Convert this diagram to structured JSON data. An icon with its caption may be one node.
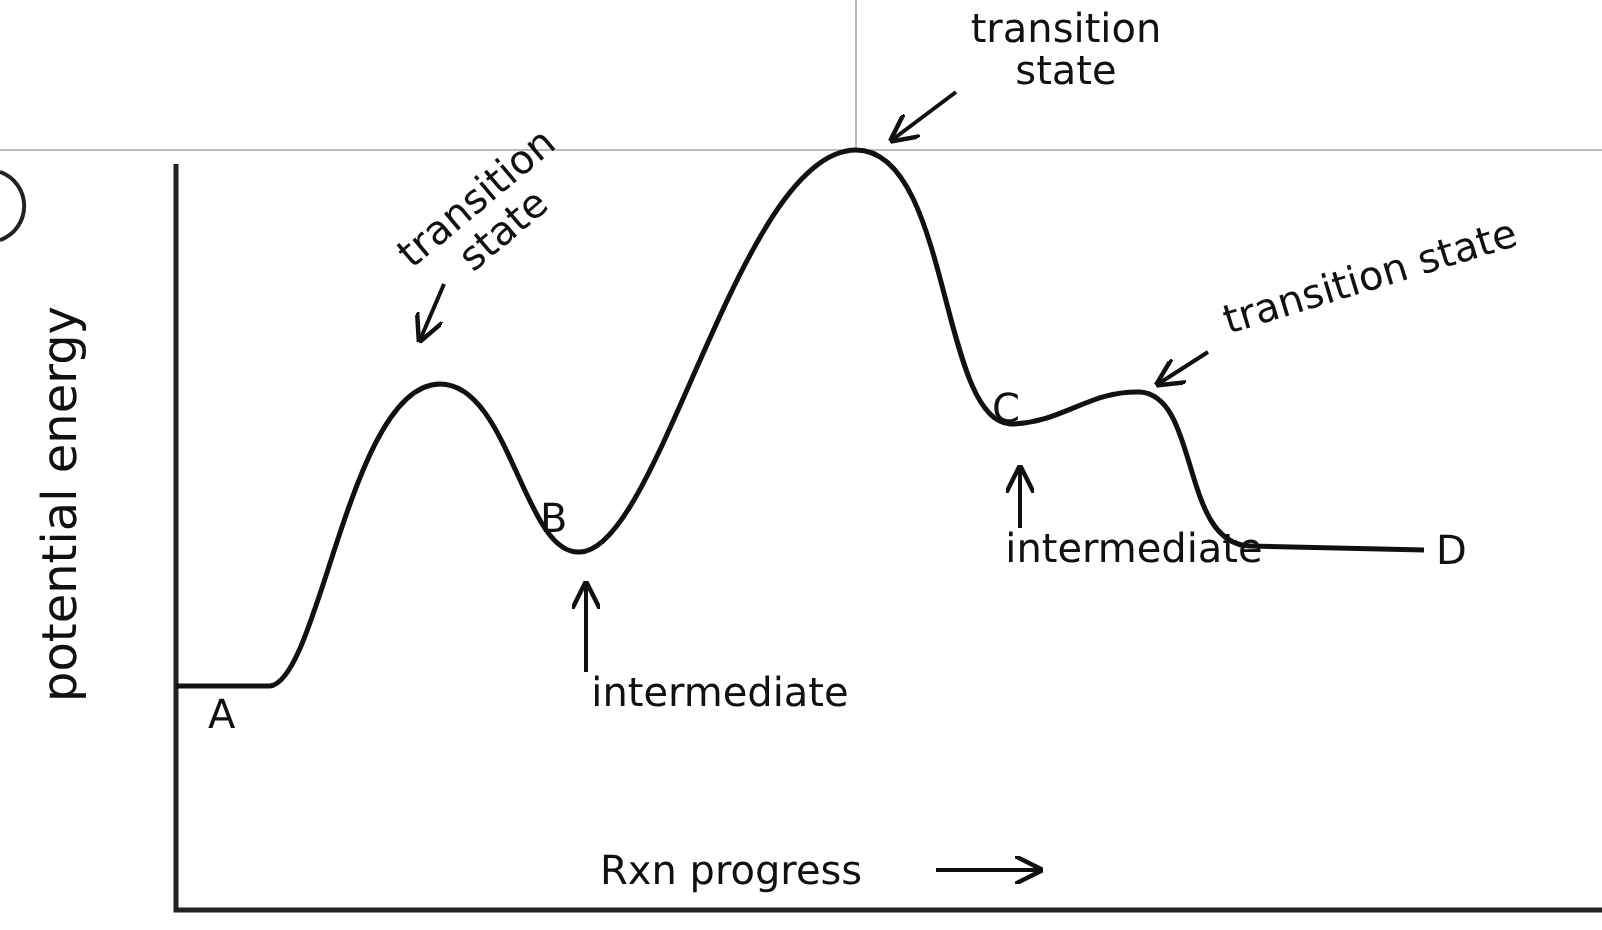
{
  "diagram": {
    "nodes": [
      {
        "text": [
          "transition state"
        ]
      },
      {
        "text": [
          "transition state"
        ]
      },
      {
        "text": [
          "transition state"
        ]
      },
      {
        "text": [
          "intermediate"
        ]
      },
      {
        "text": [
          "intermediate"
        ]
      }
    ],
    "edges": [
      {
        "from": 0,
        "to": null,
        "arrow": "to"
      },
      {
        "from": 1,
        "to": null,
        "arrow": "to"
      },
      {
        "from": 2,
        "to": null,
        "arrow": "to"
      },
      {
        "from": 3,
        "to": null,
        "arrow": "to"
      },
      {
        "from": 4,
        "to": null,
        "arrow": "to"
      }
    ],
    "labels": [
      "A",
      "B",
      "C",
      "D",
      "potential energy",
      "Rxn progress"
    ]
  }
}
